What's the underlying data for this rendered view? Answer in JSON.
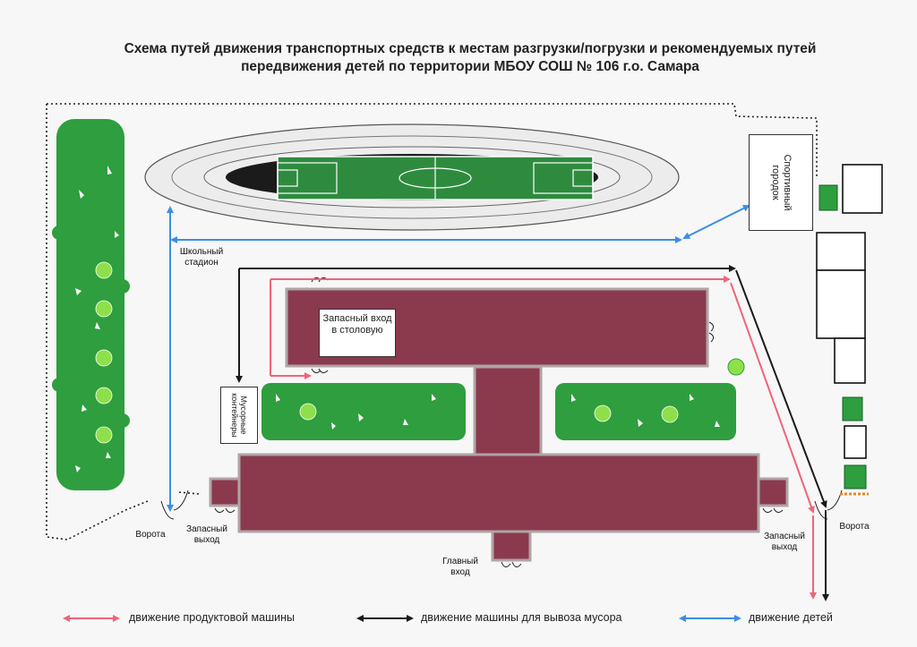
{
  "title": {
    "line1": "Схема путей движения транспортных средств к местам разгрузки/погрузки и рекомендуемых путей",
    "line2": "передвижения детей по территории МБОУ СОШ № 106 г.о. Самара"
  },
  "labels": {
    "stadium": "Школьный стадион",
    "sports_ground": "Спортивный городок",
    "canteen_entrance": "Запасный вход в столовую",
    "trash_containers": "Мусорные контейнеры",
    "gate_left": "Ворота",
    "gate_right": "Ворота",
    "exit_left": "Запасный выход",
    "exit_right": "Запасный выход",
    "main_entrance": "Главный вход"
  },
  "legend": {
    "food_truck": "движение продуктовой машины",
    "garbage_truck": "движение машины для вывоза мусора",
    "children": "движение детей"
  },
  "colors": {
    "building": "#8b3a4e",
    "building_border": "#b0a4a6",
    "bush": "#2e9e3e",
    "field": "#2e8b3e",
    "food_route": "#f06478",
    "garbage_route": "#1a1a1a",
    "children_route": "#3a8ee6"
  }
}
